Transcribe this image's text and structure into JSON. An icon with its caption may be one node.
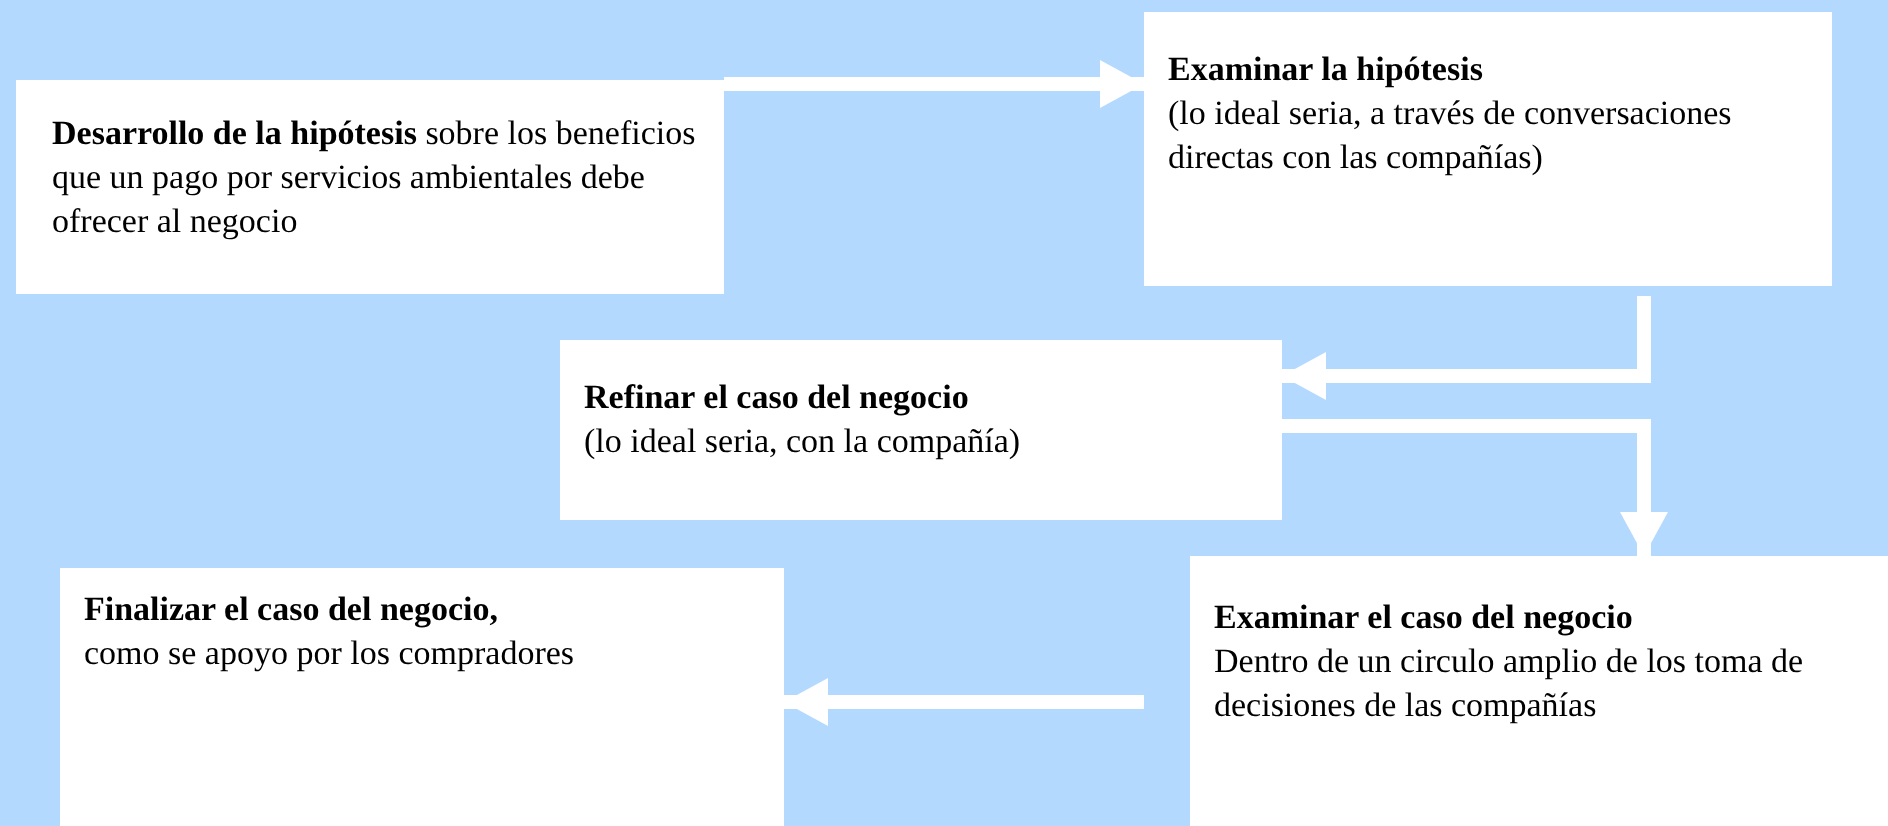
{
  "diagram": {
    "nodes": [
      {
        "text": [
          "**Desarrollo de la hipótesis** sobre los beneficios que un pago por servicios ambientales debe ofrecer al negocio"
        ]
      },
      {
        "text": [
          "Examinar la hipótesis",
          "(lo ideal seria, a través de conversaciones directas con las compañías)"
        ]
      },
      {
        "text": [
          "Refinar el caso del negocio",
          "(lo ideal seria, con la compañía)"
        ]
      },
      {
        "text": [
          "Examinar el caso del negocio",
          "Dentro de un circulo amplio de los toma de decisiones de las compañías"
        ]
      },
      {
        "text": [
          "Finalizar el caso del negocio,",
          "como se apoyo por los compradores"
        ]
      }
    ],
    "edges": [
      {
        "from": 0,
        "to": 1,
        "arrow": "to"
      },
      {
        "from": 1,
        "to": 2,
        "arrow": "to"
      },
      {
        "from": 2,
        "to": 3,
        "arrow": "to"
      },
      {
        "from": 3,
        "to": 4,
        "arrow": "to"
      }
    ]
  }
}
